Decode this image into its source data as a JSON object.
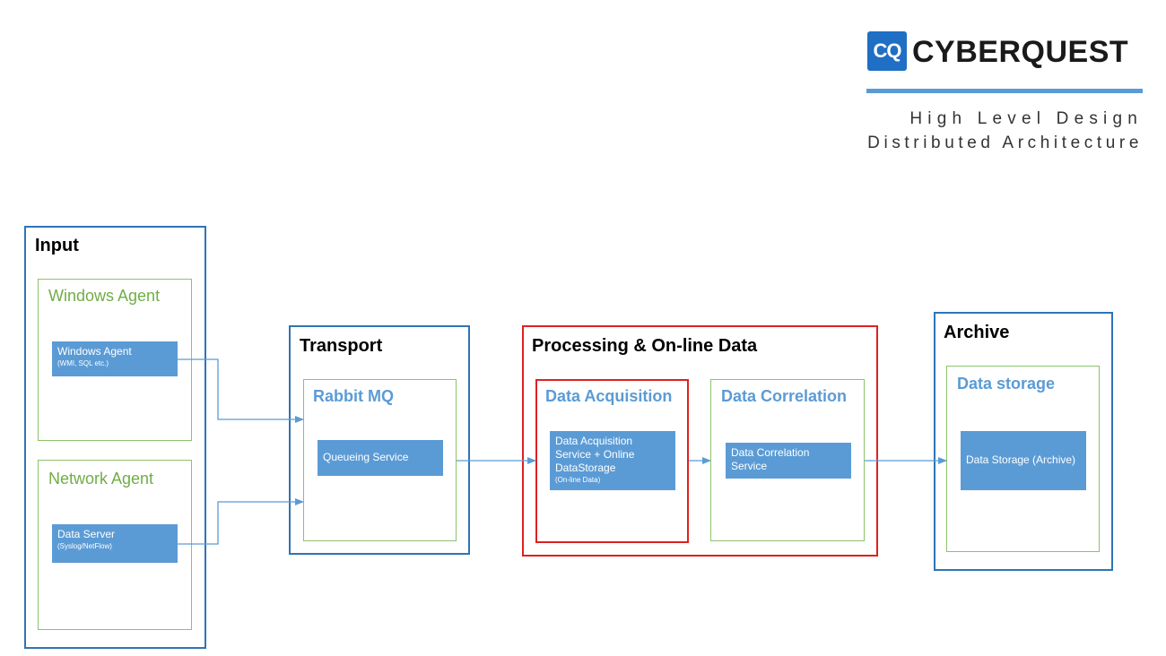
{
  "logo": {
    "badge": "CQ",
    "name": "CYBERQUEST"
  },
  "subtitle": {
    "line1": "High Level Design",
    "line2": "Distributed Architecture"
  },
  "input": {
    "title": "Input",
    "windows_agent": {
      "title": "Windows Agent",
      "component": "Windows Agent",
      "component_note": "(WMI, SQL etc.)"
    },
    "network_agent": {
      "title": "Network Agent",
      "component": "Data Server",
      "component_note": "(Syslog/NetFlow)"
    }
  },
  "transport": {
    "title": "Transport",
    "rabbit": {
      "title": "Rabbit MQ",
      "component": "Queueing Service"
    }
  },
  "processing": {
    "title": "Processing & On-line Data",
    "acquisition": {
      "title": "Data Acquisition",
      "component": "Data Acquisition Service + Online DataStorage",
      "component_note": "(On-line Data)"
    },
    "correlation": {
      "title": "Data Correlation",
      "component": "Data Correlation Service"
    }
  },
  "archive": {
    "title": "Archive",
    "storage": {
      "title": "Data storage",
      "component": "Data Storage (Archive)"
    }
  },
  "colors": {
    "group_border": "#2e74b5",
    "highlight_border": "#e02020",
    "subgroup_border": "#8cc36a",
    "component_fill": "#5b9bd5",
    "connector": "#5b9bd5"
  }
}
